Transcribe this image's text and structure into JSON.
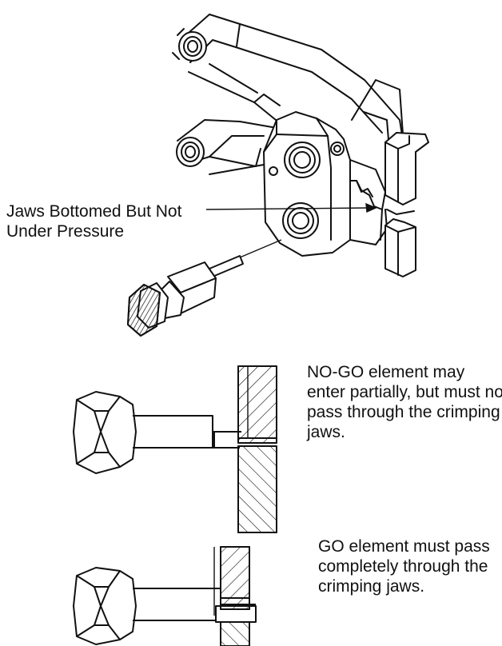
{
  "callout": {
    "lines": [
      "Jaws Bottomed But Not",
      "Under Pressure"
    ]
  },
  "nogo_note": {
    "lines": [
      "NO-GO element may",
      "enter partially, but must not",
      "pass through the crimping",
      "jaws."
    ]
  },
  "go_note": {
    "lines": [
      "GO element must pass",
      "completely through the",
      "crimping jaws."
    ]
  },
  "colors": {
    "ink": "#111111",
    "paper": "#ffffff"
  }
}
